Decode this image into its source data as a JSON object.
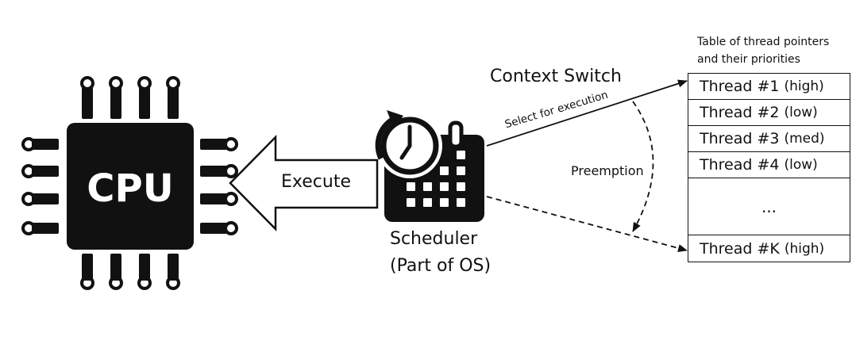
{
  "cpu": {
    "label": "CPU"
  },
  "execute_label": "Execute",
  "scheduler": {
    "line1": "Scheduler",
    "line2": "(Part of OS)"
  },
  "context_switch_label": "Context Switch",
  "select_label": "Select for execution",
  "preemption_label": "Preemption",
  "table": {
    "caption_line1": "Table of thread pointers",
    "caption_line2": "and their priorities",
    "rows": [
      {
        "thread": "Thread #1",
        "priority": "(high)"
      },
      {
        "thread": "Thread #2",
        "priority": "(low)"
      },
      {
        "thread": "Thread #3",
        "priority": "(med)"
      },
      {
        "thread": "Thread #4",
        "priority": "(low)"
      }
    ],
    "ellipsis": "...",
    "last_row": {
      "thread": "Thread #K",
      "priority": "(high)"
    }
  },
  "icons": [
    "cpu-chip-icon",
    "scheduler-calendar-clock-icon",
    "execute-arrow-icon"
  ]
}
